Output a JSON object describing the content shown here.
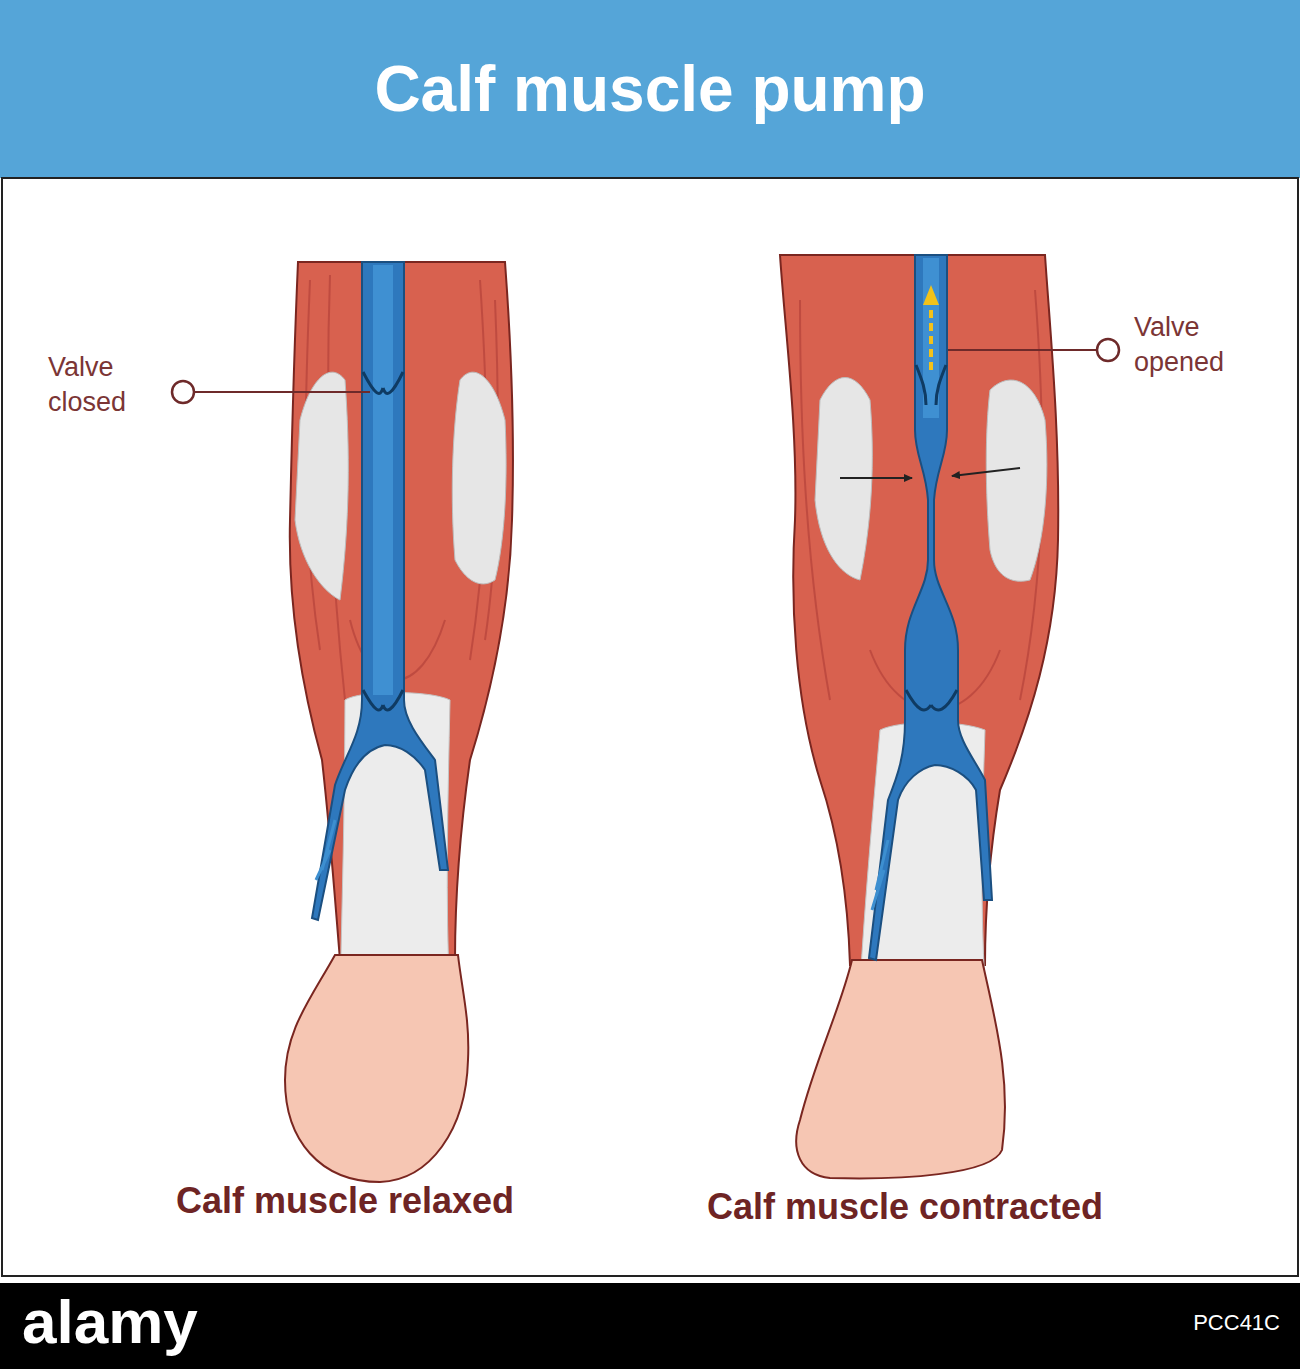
{
  "diagram": {
    "title": "Calf muscle pump",
    "labels": [
      "Valve closed",
      "Valve opened",
      "Calf muscle relaxed",
      "Calf muscle contracted",
      "alamy",
      "PCC41C"
    ]
  }
}
